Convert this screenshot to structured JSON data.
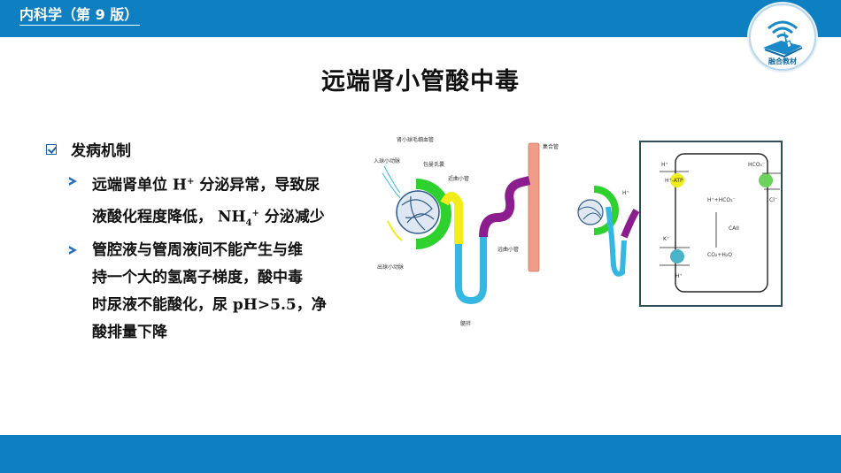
{
  "header": {
    "book_title": "内科学（第 9 版）"
  },
  "slide": {
    "title": "远端肾小管酸中毒"
  },
  "section": {
    "heading": "发病机制",
    "bullets": [
      {
        "line1_pre": "远端肾单位 ",
        "ion1": "H",
        "ion1_sup": "+",
        "line1_post": " 分泌异常，导致尿",
        "line2_pre": "液酸化程度降低， ",
        "ion2": "NH",
        "ion2_sub": "4",
        "ion2_sup": "+",
        "line2_post": " 分泌减少"
      },
      {
        "line1": "管腔液与管周液间不能产生与维",
        "line2": "持一个大的氢离子梯度，酸中毒",
        "line3_pre": "时尿液不能酸化，尿 ",
        "ph": "pH>5.5",
        "line3_post": "，净",
        "line4": "酸排量下降"
      }
    ]
  },
  "nephron_labels": {
    "glomerular_capillary": "肾小球毛细血管",
    "afferent": "入球小动脉",
    "bowman": "包曼氏囊",
    "proximal": "近曲小管",
    "collecting": "集合管",
    "distal": "远曲小管",
    "efferent": "出球小动脉",
    "loop": "髓袢"
  },
  "cell_labels": {
    "h_top": "H⁺",
    "h_atp": "H⁺-ATP",
    "hco3": "HCO₃⁻",
    "cl": "Cl⁻",
    "carbonic": "H⁺+HCO₃⁻",
    "ca2": "CAII",
    "co2": "CO₂+H₂O",
    "k": "K⁺",
    "h_bottom": "H⁺",
    "lumen_h": "H⁺"
  },
  "colors": {
    "bar": "#0e7fc1",
    "green": "#2fd12f",
    "yellow": "#f2ec1a",
    "cyan": "#34b7e0",
    "purple": "#8c1d8f",
    "collecting": "#ef9d87"
  },
  "logo": {
    "text": "融合教材"
  }
}
